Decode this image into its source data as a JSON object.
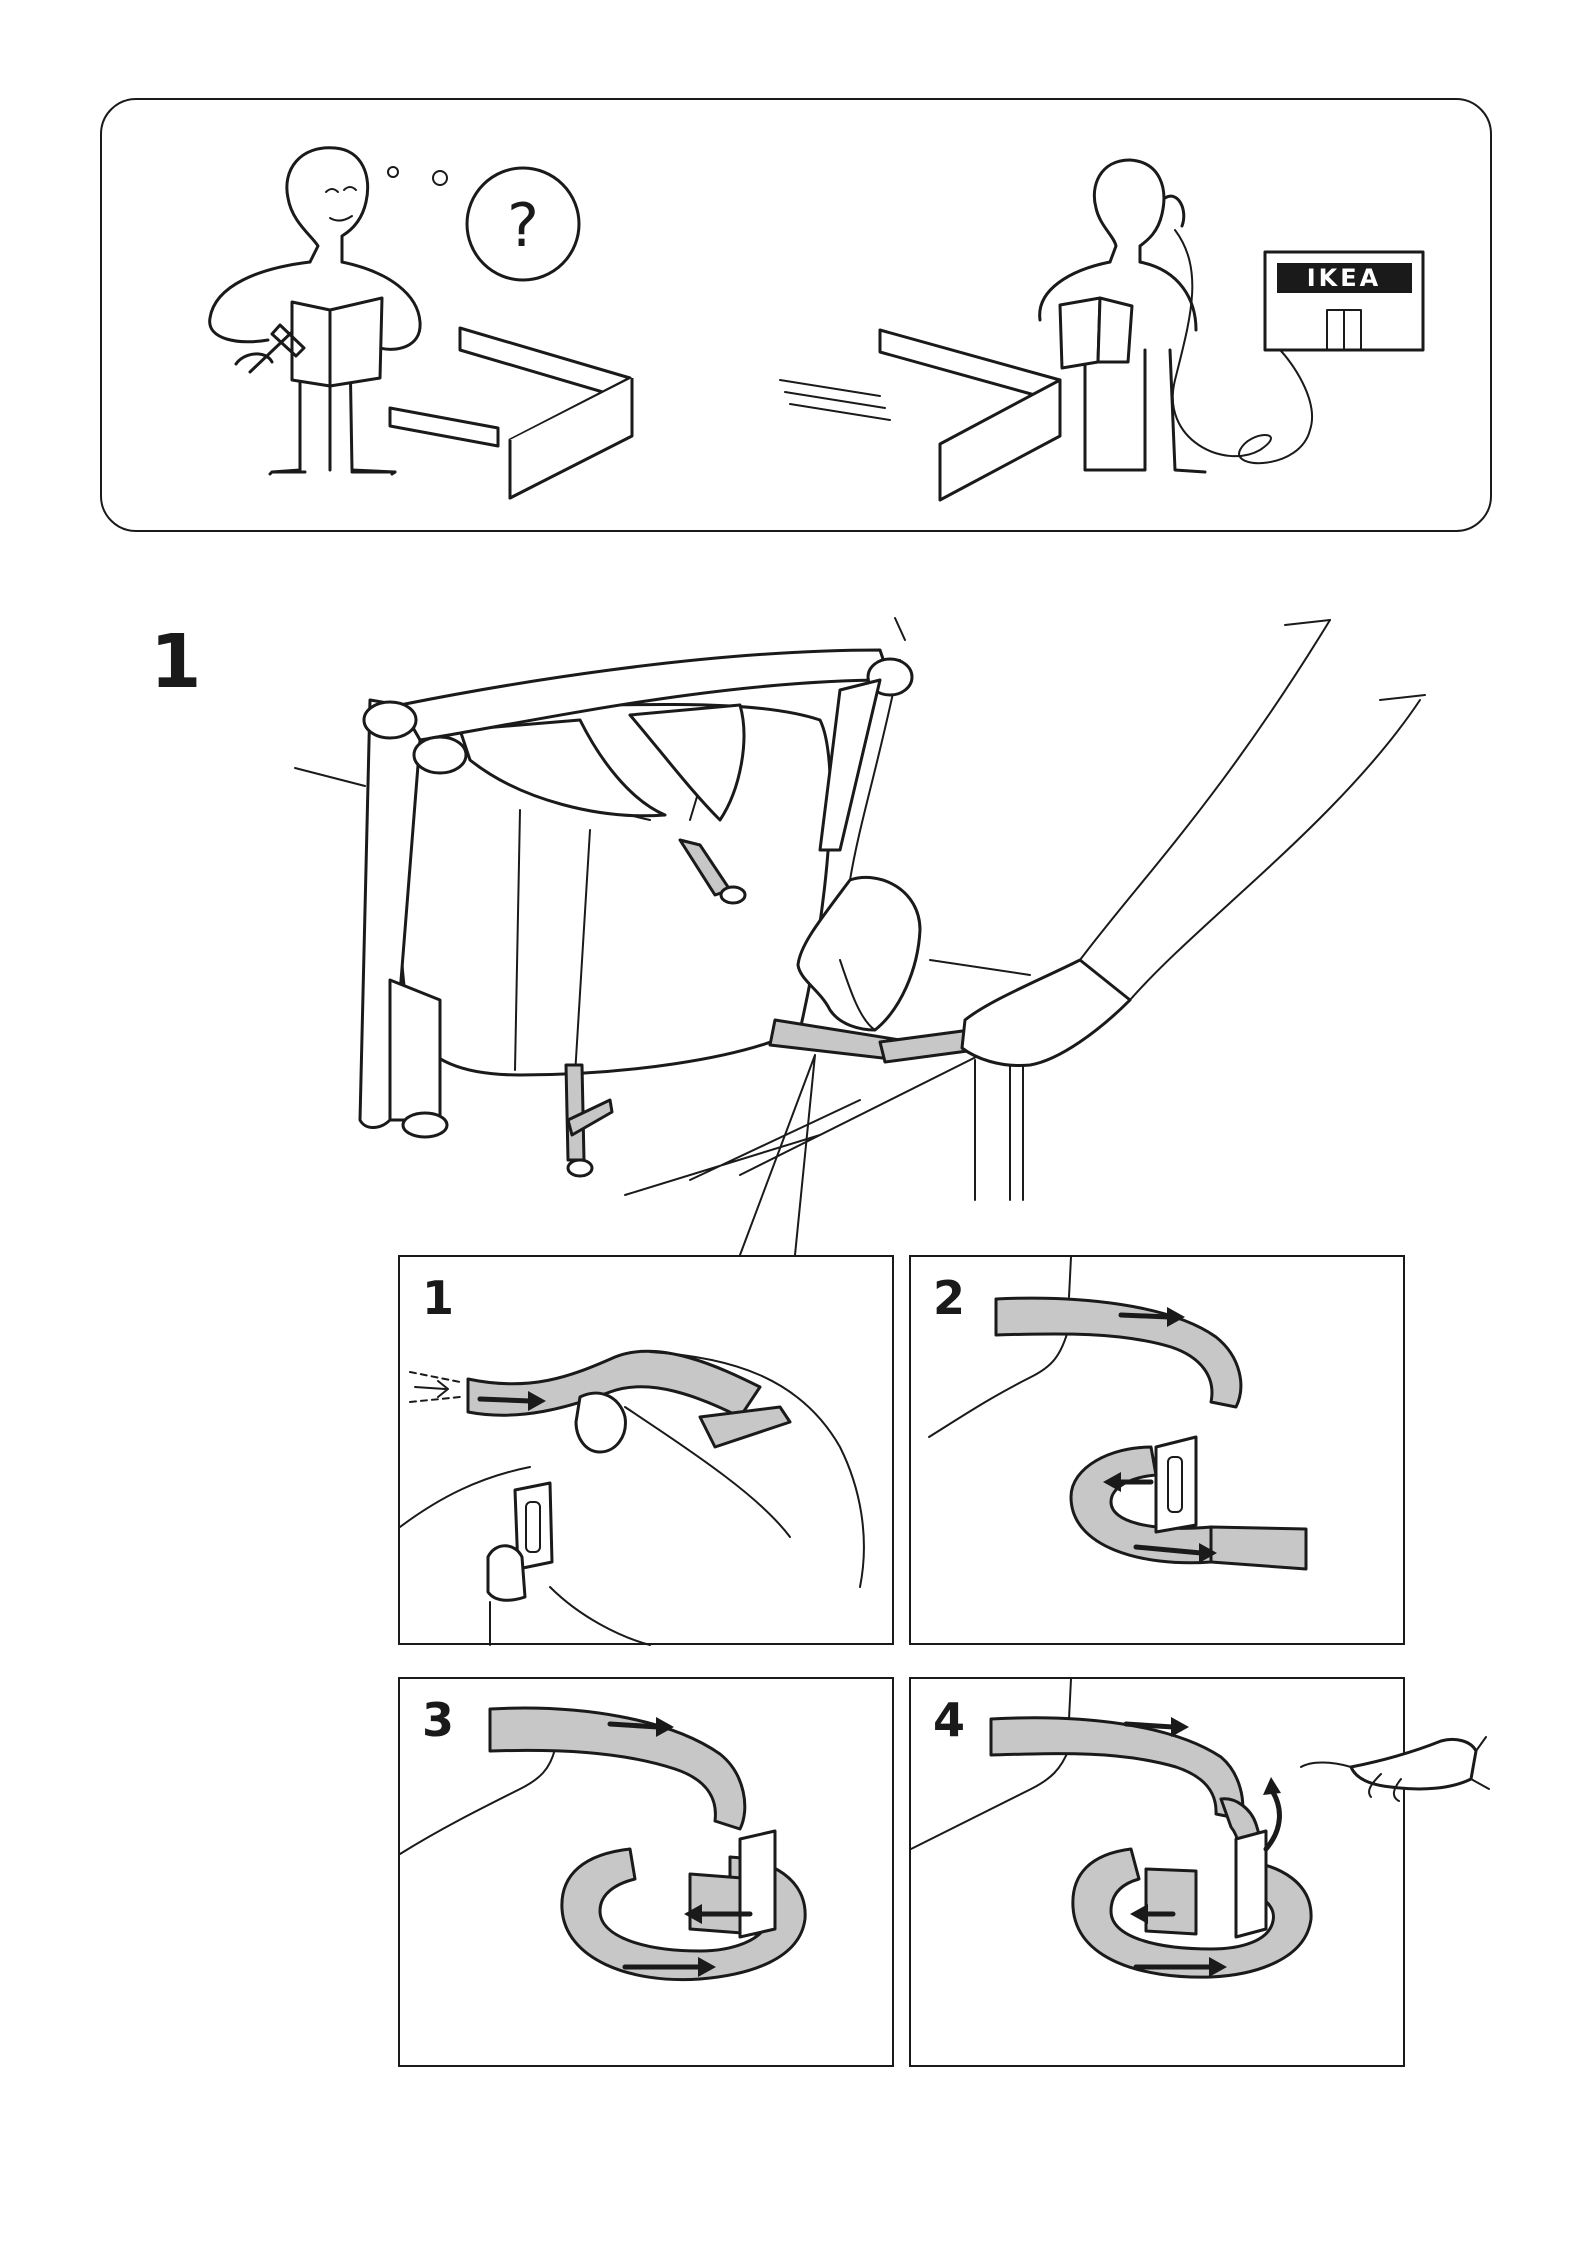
{
  "header_panel": {
    "store_sign": "IKEA"
  },
  "step": {
    "number": "1",
    "sub_steps": [
      {
        "number": "1"
      },
      {
        "number": "2"
      },
      {
        "number": "3"
      },
      {
        "number": "4"
      }
    ]
  }
}
